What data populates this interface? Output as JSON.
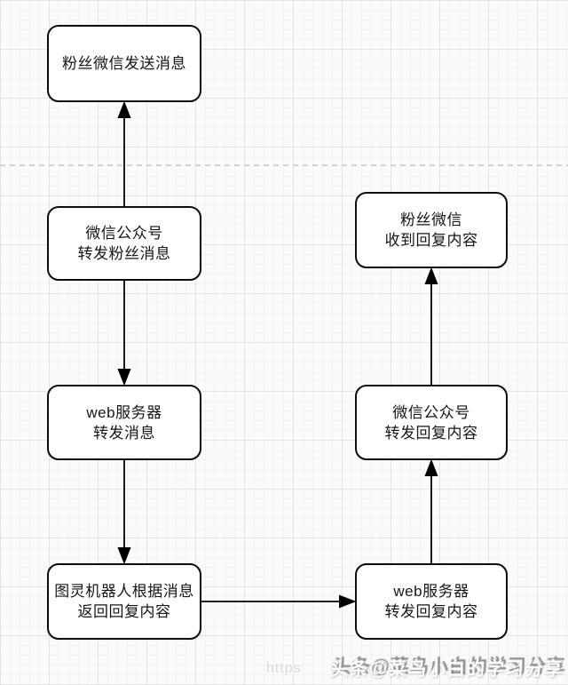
{
  "nodes": {
    "fan_send": {
      "line1": "粉丝微信发送消息"
    },
    "mp_forward_fan": {
      "line1": "微信公众号",
      "line2": "转发粉丝消息"
    },
    "web_forward_msg": {
      "line1": "web服务器",
      "line2": "转发消息"
    },
    "turing_reply": {
      "line1": "图灵机器人根据消息",
      "line2": "返回回复内容"
    },
    "web_forward_reply": {
      "line1": "web服务器",
      "line2": "转发回复内容"
    },
    "mp_forward_reply": {
      "line1": "微信公众号",
      "line2": "转发回复内容"
    },
    "fan_receive": {
      "line1": "粉丝微信",
      "line2": "收到回复内容"
    }
  },
  "edges": [
    {
      "from": "mp_forward_fan",
      "to": "fan_send",
      "direction": "up"
    },
    {
      "from": "mp_forward_fan",
      "to": "web_forward_msg",
      "direction": "down"
    },
    {
      "from": "web_forward_msg",
      "to": "turing_reply",
      "direction": "down"
    },
    {
      "from": "turing_reply",
      "to": "web_forward_reply",
      "direction": "right"
    },
    {
      "from": "web_forward_reply",
      "to": "mp_forward_reply",
      "direction": "up"
    },
    {
      "from": "mp_forward_reply",
      "to": "fan_receive",
      "direction": "up"
    }
  ],
  "watermark": {
    "text": "头条@菜鸟小白的学习分享"
  },
  "background_text": {
    "partial_url": "https"
  },
  "colors": {
    "node_border": "#0d0d0d",
    "node_fill": "#ffffff",
    "connector": "#000000",
    "page_break_line": "#c6c6c6",
    "watermark_fill": "#ffffff",
    "watermark_shadow": "#8f8f8f",
    "background": "#fcfbfb"
  }
}
